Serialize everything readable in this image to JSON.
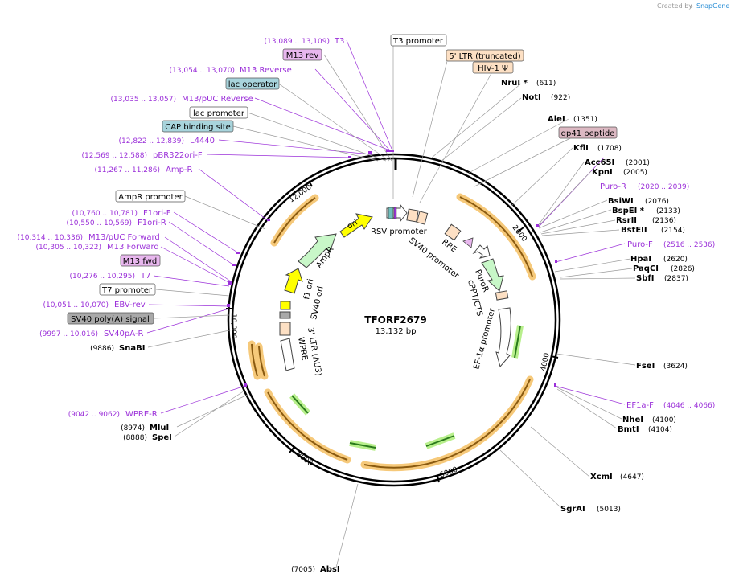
{
  "credit": {
    "prefix": "Created by",
    "brand": "SnapGene"
  },
  "plasmid": {
    "name": "TFORF2679",
    "size": "13,132 bp"
  },
  "ticks": [
    "2000",
    "4000",
    "6000",
    "8000",
    "10,000",
    "12,000"
  ],
  "left_labels": {
    "t3_pos": "(13,089 .. 13,109)",
    "t3": "T3",
    "m13rev_box": "M13 rev",
    "m13r_pos": "(13,054 .. 13,070)",
    "m13r": "M13 Reverse",
    "lacop_box": "lac operator",
    "m13puc_pos": "(13,035 .. 13,057)",
    "m13puc": "M13/pUC Reverse",
    "lacprom_box": "lac promoter",
    "cap_box": "CAP binding site",
    "l4440_pos": "(12,822 .. 12,839)",
    "l4440": "L4440",
    "pbr_pos": "(12,569 .. 12,588)",
    "pbr": "pBR322ori-F",
    "ampr_pos": "(11,267 .. 11,286)",
    "ampr": "Amp-R",
    "amprprom_box": "AmpR promoter",
    "f1f_pos": "(10,760 .. 10,781)",
    "f1f": "F1ori-F",
    "f1r_pos": "(10,550 .. 10,569)",
    "f1r": "F1ori-R",
    "m13pf_pos": "(10,314 .. 10,336)",
    "m13pf": "M13/pUC Forward",
    "m13f_pos": "(10,305 .. 10,322)",
    "m13f": "M13 Forward",
    "m13fwd_box": "M13 fwd",
    "t7_pos": "(10,276 .. 10,295)",
    "t7": "T7",
    "t7prom_box": "T7 promoter",
    "ebv_pos": "(10,051 .. 10,070)",
    "ebv": "EBV-rev",
    "sv40pa_box": "SV40 poly(A) signal",
    "sv40r_pos": "(9997 .. 10,016)",
    "sv40r": "SV40pA-R",
    "snab_pos": "(9886)",
    "snab": "SnaBI",
    "wpre_pos": "(9042 .. 9062)",
    "wpre": "WPRE-R",
    "mlu_pos": "(8974)",
    "mlu": "MluI",
    "spe_pos": "(8888)",
    "spe": "SpeI",
    "abs_pos": "(7005)",
    "abs": "AbsI"
  },
  "right_labels": {
    "t3prom_box": "T3 promoter",
    "ltr_box": "5' LTR (truncated)",
    "hiv_box": "HIV-1 Ψ",
    "nru": "NruI *",
    "nru_pos": "(611)",
    "not": "NotI",
    "not_pos": "(922)",
    "ale": "AleI",
    "ale_pos": "(1351)",
    "gp41_box": "gp41 peptide",
    "kfl": "KflI",
    "kfl_pos": "(1708)",
    "acc": "Acc65I",
    "acc_pos": "(2001)",
    "kpn": "KpnI",
    "kpn_pos": "(2005)",
    "puror": "Puro-R",
    "puror_pos": "(2020 .. 2039)",
    "bsw": "BsiWI",
    "bsw_pos": "(2076)",
    "bspe": "BspEI *",
    "bspe_pos": "(2133)",
    "rsr": "RsrII",
    "rsr_pos": "(2136)",
    "bst": "BstEII",
    "bst_pos": "(2154)",
    "purof": "Puro-F",
    "purof_pos": "(2516 .. 2536)",
    "hpa": "HpaI",
    "hpa_pos": "(2620)",
    "paq": "PaqCI",
    "paq_pos": "(2826)",
    "sbf": "SbfI",
    "sbf_pos": "(2837)",
    "fse": "FseI",
    "fse_pos": "(3624)",
    "ef1af": "EF1a-F",
    "ef1af_pos": "(4046 .. 4066)",
    "nhe": "NheI",
    "nhe_pos": "(4100)",
    "bmt": "BmtI",
    "bmt_pos": "(4104)",
    "xcm": "XcmI",
    "xcm_pos": "(4647)",
    "sgr": "SgrAI",
    "sgr_pos": "(5013)"
  },
  "inner_labels": {
    "ori": "ori",
    "rsv": "RSV promoter",
    "sv40prom": "SV40 promoter",
    "rre": "RRE",
    "puroR": "PuroR",
    "cppt": "cPPT/CTS",
    "ef1a": "EF-1α promoter",
    "ampR": "AmpR",
    "f1ori": "f1 ori",
    "sv40ori": "SV40 ori",
    "ltr3": "3' LTR (ΔU3)",
    "wpre": "WPRE"
  },
  "colors": {
    "primer": "#9b30d9",
    "orf_highlight": "#f6c97a",
    "orf_arrow": "#8a5a10",
    "green_arrow": "#2a7a1c",
    "feature_green": "#c8f7c8",
    "feature_yellow": "#ffff00",
    "feature_peach": "#fde0c4",
    "lac_box": "#a8d4dc",
    "pink_box": "#e8b7ee",
    "gp41_box": "#dcb8c2"
  }
}
